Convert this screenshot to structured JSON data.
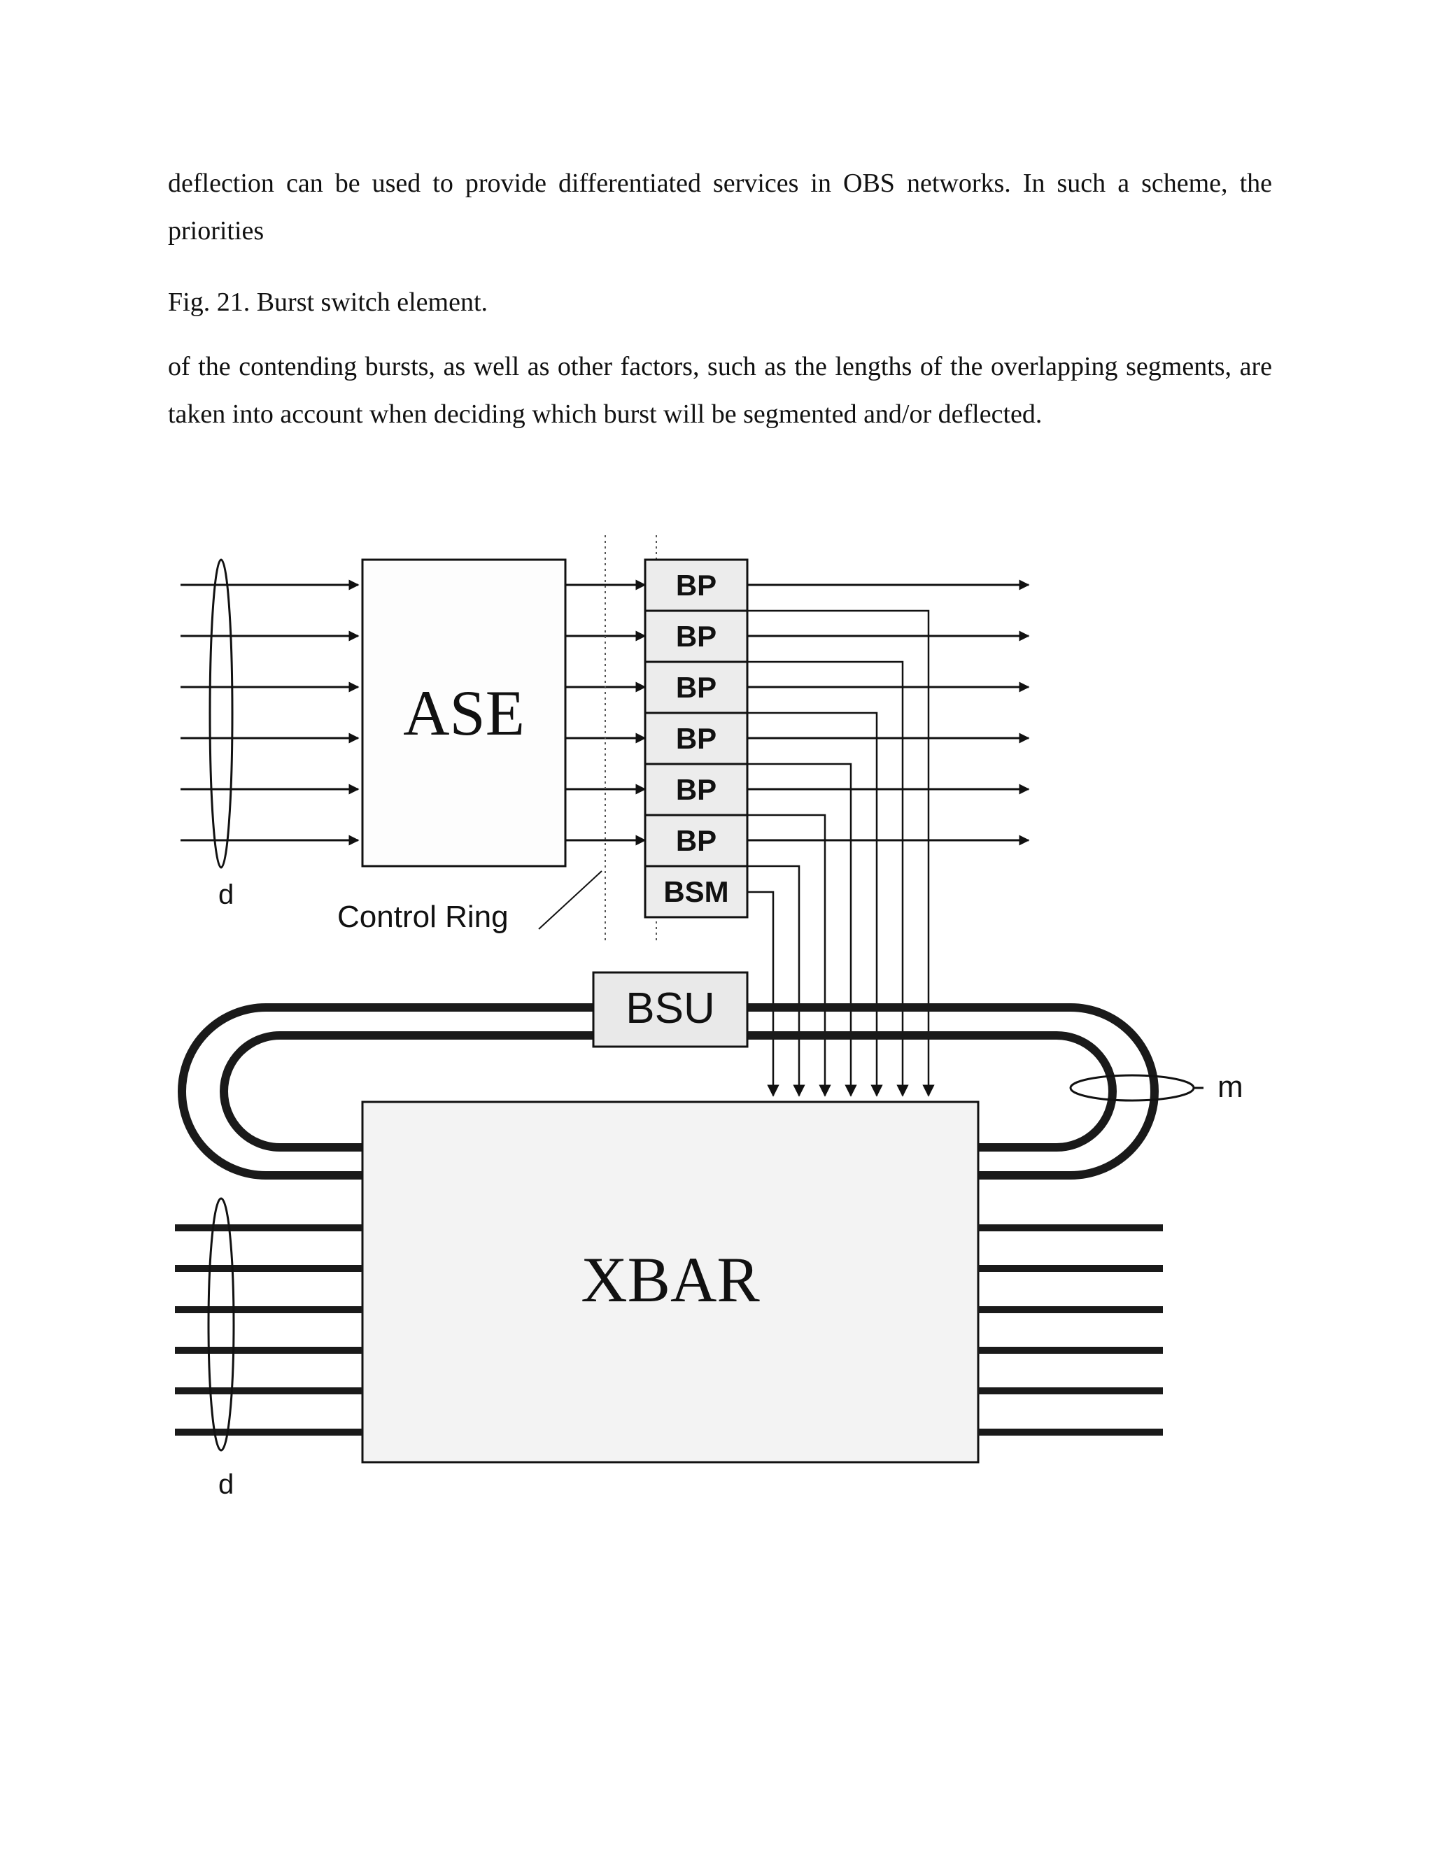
{
  "page": {
    "paragraph_1": "deflection can be used to provide differentiated services in OBS networks. In such a scheme, the priorities",
    "caption": "Fig. 21. Burst switch element.",
    "paragraph_2": "of the contending bursts, as well as other factors, such as the lengths of the overlapping segments, are taken into account when deciding which burst will be segmented and/or deflected."
  },
  "figure": {
    "ase_label": "ASE",
    "xbar_label": "XBAR",
    "bsu_label": "BSU",
    "bsm_label": "BSM",
    "bp_labels": [
      "BP",
      "BP",
      "BP",
      "BP",
      "BP",
      "BP"
    ],
    "control_ring_label": "Control Ring",
    "d_label_top": "d",
    "d_label_bottom": "d",
    "m_label": "m"
  }
}
